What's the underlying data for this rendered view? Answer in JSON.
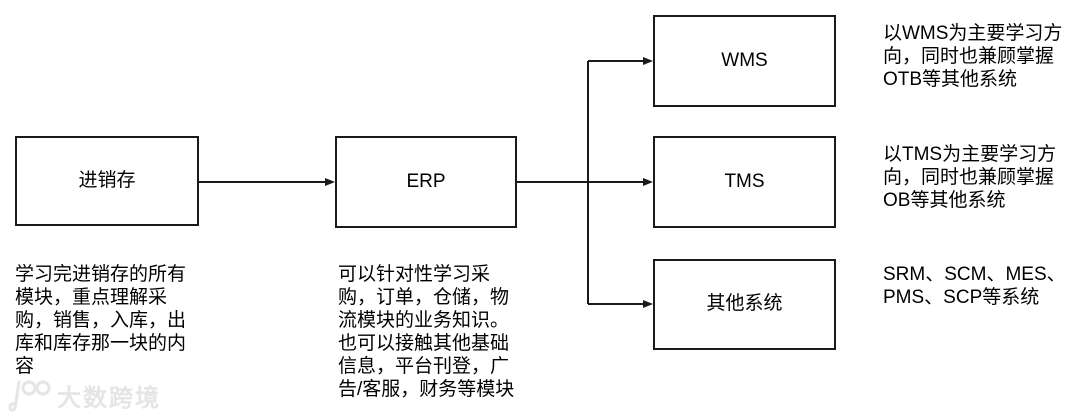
{
  "diagram": {
    "nodes": [
      {
        "id": "jxc",
        "label": "进销存"
      },
      {
        "id": "erp",
        "label": "ERP"
      },
      {
        "id": "wms",
        "label": "WMS"
      },
      {
        "id": "tms",
        "label": "TMS"
      },
      {
        "id": "other",
        "label": "其他系统"
      }
    ],
    "annotations": [
      {
        "for": "jxc",
        "text": "学习完进销存的所有\n模块，重点理解采\n购，销售，入库，出\n库和库存那一块的内\n容"
      },
      {
        "for": "erp",
        "text": "可以针对性学习采\n购，订单，仓储，物\n流模块的业务知识。\n也可以接触其他基础\n信息，平台刊登，广\n告/客服，财务等模块"
      },
      {
        "for": "wms",
        "text": "以WMS为主要学习方\n向，同时也兼顾掌握\nOTB等其他系统"
      },
      {
        "for": "tms",
        "text": "以TMS为主要学习方\n向，同时也兼顾掌握\nOB等其他系统"
      },
      {
        "for": "other",
        "text": "SRM、SCM、MES、\nPMS、SCP等系统"
      }
    ]
  },
  "watermark": {
    "logo": "10100-logo",
    "brand": "大数跨境"
  },
  "colors": {
    "line": "#1a1a1a",
    "border": "#1a1a1a",
    "text": "#000000",
    "watermark": "#e5e5e5",
    "background": "#ffffff"
  }
}
